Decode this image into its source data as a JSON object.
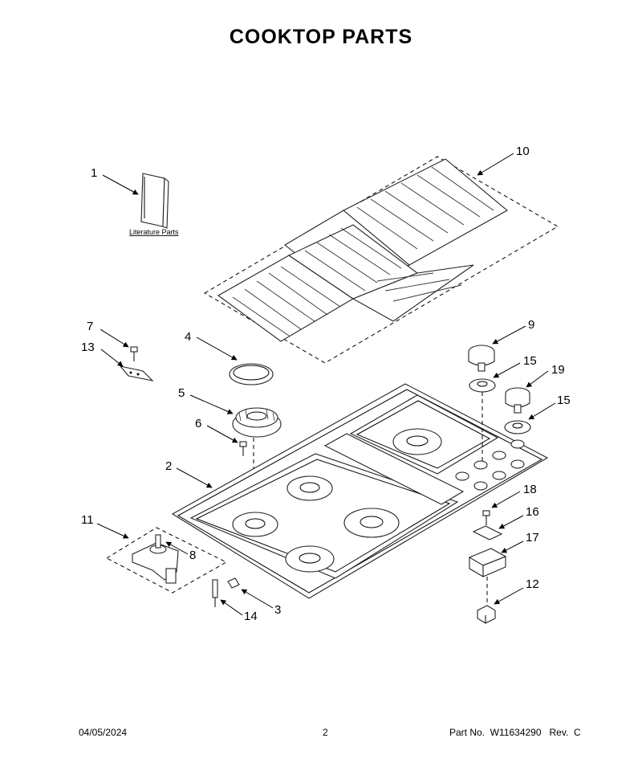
{
  "page": {
    "title": "COOKTOP PARTS",
    "footer": {
      "date": "04/05/2024",
      "page_number": "2",
      "part_info": "Part No.  W11634290   Rev.  C"
    }
  },
  "literature_label": "Literature Parts",
  "callouts": [
    {
      "id": "c1",
      "label": "1"
    },
    {
      "id": "c2",
      "label": "2"
    },
    {
      "id": "c3",
      "label": "3"
    },
    {
      "id": "c4",
      "label": "4"
    },
    {
      "id": "c5",
      "label": "5"
    },
    {
      "id": "c6",
      "label": "6"
    },
    {
      "id": "c7",
      "label": "7"
    },
    {
      "id": "c8",
      "label": "8"
    },
    {
      "id": "c9",
      "label": "9"
    },
    {
      "id": "c10",
      "label": "10"
    },
    {
      "id": "c11",
      "label": "11"
    },
    {
      "id": "c12",
      "label": "12"
    },
    {
      "id": "c13",
      "label": "13"
    },
    {
      "id": "c14",
      "label": "14"
    },
    {
      "id": "c15a",
      "label": "15"
    },
    {
      "id": "c15b",
      "label": "15"
    },
    {
      "id": "c16",
      "label": "16"
    },
    {
      "id": "c17",
      "label": "17"
    },
    {
      "id": "c18",
      "label": "18"
    },
    {
      "id": "c19",
      "label": "19"
    }
  ]
}
